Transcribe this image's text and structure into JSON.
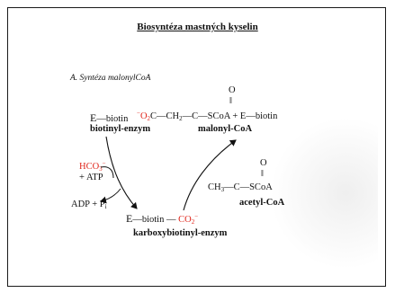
{
  "title": "Biosyntéza mastných kyselin",
  "section": "A. Syntéza malonylCoA",
  "labels": {
    "e_biotin": "E",
    "biotin_dash": "—biotin",
    "biotinyl_enzym": "biotinyl-enzym",
    "hco3": "HCO",
    "hco3_sub": "3",
    "hco3_sup": "−",
    "plus_atp": "+ ATP",
    "adp_pi": "ADP + P",
    "pi_sub": "i",
    "carboxy_e": "E",
    "carboxy_biotin": "—biotin —",
    "carboxy_co2": "CO",
    "co2_sub": "2",
    "co2_sup": "−",
    "karboxybiotinyl": "karboxybiotinyl-enzym",
    "malonyl_o": "O",
    "malonyl_bond": "‖",
    "malonyl_neg": "−",
    "malonyl_o2c": "O",
    "malonyl_o2c_sub": "2",
    "malonyl_rest": "C—CH",
    "malonyl_ch2_sub": "2",
    "malonyl_tail": "—C—SCoA + E—biotin",
    "malonyl_coa": "malonyl-CoA",
    "acetyl_o": "O",
    "acetyl_bond": "‖",
    "acetyl_formula": "CH",
    "acetyl_ch3_sub": "3",
    "acetyl_tail": "—C—SCoA",
    "acetyl_coa": "acetyl-CoA"
  },
  "colors": {
    "accent": "#e0251b",
    "text": "#111111"
  }
}
